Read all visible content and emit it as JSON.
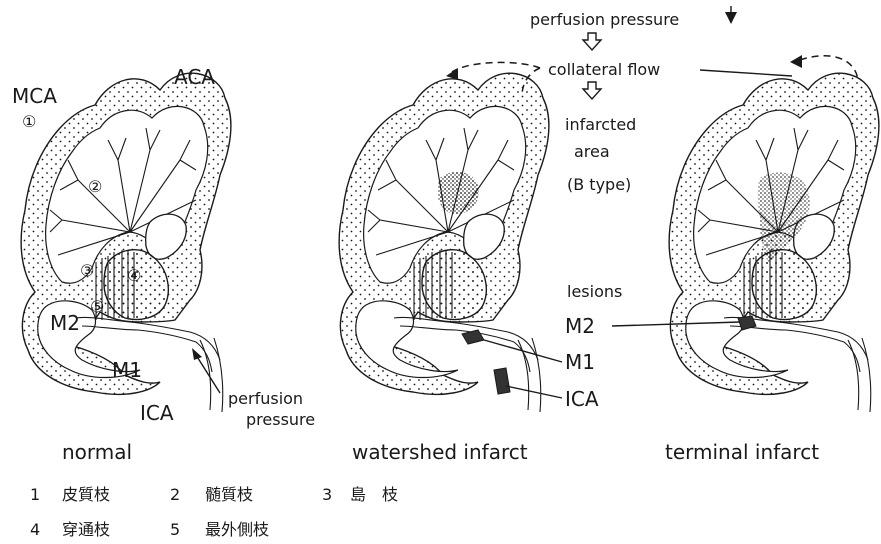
{
  "labels": {
    "mca": "MCA",
    "circle1": "①",
    "circle2": "②",
    "circle3": "③",
    "circle4": "④",
    "circle5": "⑤",
    "aca": "ACA",
    "m2": "M2",
    "m1": "M1",
    "ica": "ICA",
    "perfusion1": "perfusion",
    "perfusion2": "pressure",
    "top_perfusion": "perfusion pressure",
    "collateral": "collateral flow",
    "infarcted1": "infarcted",
    "infarcted2": "area",
    "btype": "(B type)",
    "lesions": "lesions",
    "m2_right": "M2",
    "m1_right": "M1",
    "ica_right": "ICA"
  },
  "captions": {
    "normal": "normal",
    "watershed": "watershed infarct",
    "terminal": "terminal infarct"
  },
  "legend": {
    "row1": [
      {
        "num": "1",
        "text": "皮質枝"
      },
      {
        "num": "2",
        "text": "髄質枝"
      },
      {
        "num": "3",
        "text": "島　枝"
      }
    ],
    "row2": [
      {
        "num": "4",
        "text": "穿通枝"
      },
      {
        "num": "5",
        "text": "最外側枝"
      }
    ]
  }
}
